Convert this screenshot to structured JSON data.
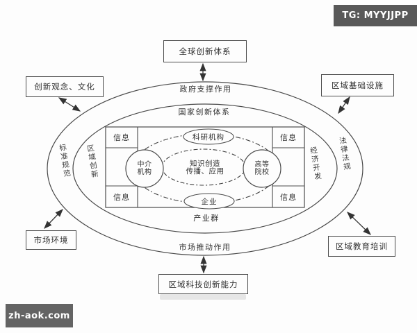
{
  "watermark": {
    "telegram": "TG: MYYJJPP",
    "site": "zh-aok.com"
  },
  "colors": {
    "badge_background": "#595959",
    "diagram_line": "#3f3f3f",
    "background": "#fdfdfd"
  },
  "external_nodes": {
    "global_system": "全球创新体系",
    "innovation_concept_culture": "创新观念、文化",
    "regional_infrastructure": "区域基础设施",
    "market_environment": "市场环境",
    "regional_education_training": "区域教育培训",
    "regional_sti_capability": "区域科技创新能力"
  },
  "ring_labels": {
    "government_support": "政府支撑作用",
    "national_innovation_system": "国家创新体系",
    "industry_cluster": "产业群",
    "market_push": "市场推动作用",
    "standards_norms": "标准规范",
    "regional_innovation": "区域创新",
    "economic_development": "经济开发",
    "laws_regulations": "法律法规"
  },
  "core": {
    "info": "信息",
    "research_institutions": "科研机构",
    "intermediary_line1": "中介",
    "intermediary_line2": "机构",
    "university_line1": "高等",
    "university_line2": "院校",
    "knowledge_line1": "知识创造",
    "knowledge_line2": "传播、应用",
    "enterprise": "企业"
  }
}
